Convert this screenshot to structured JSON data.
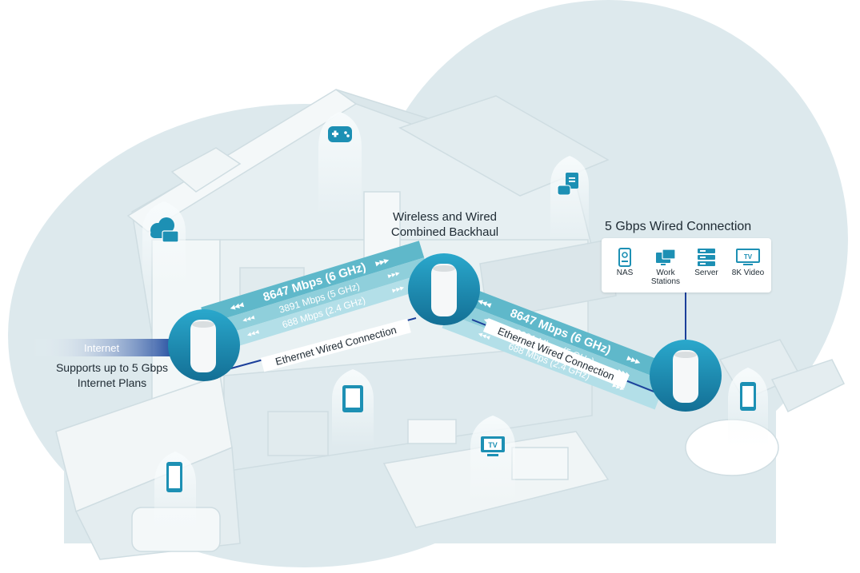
{
  "labels": {
    "backhaul": "Wireless and Wired Combined Backhaul",
    "wired_title": "5 Gbps Wired Connection",
    "internet": "Internet",
    "internet_support": "Supports up to 5 Gbps Internet Plans"
  },
  "wired_devices": [
    "NAS",
    "Work Stations",
    "Server",
    "8K Video"
  ],
  "links": {
    "left": {
      "band_6": "8647 Mbps (6 GHz)",
      "band_5": "3891 Mbps (5 GHz)",
      "band_24": "688 Mbps (2.4 GHz)",
      "ethernet": "Ethernet Wired Connection"
    },
    "right": {
      "band_6": "8647 Mbps (6 GHz)",
      "band_5": "3891 Mbps (5 GHz)",
      "band_24": "688 Mbps (2.4 GHz)",
      "ethernet": "Ethernet Wired Connection"
    }
  },
  "icons": [
    "game-controller-icon",
    "cloud-folder-icon",
    "smart-home-icon",
    "tablet-icon",
    "tv-icon",
    "phone-icon"
  ],
  "colors": {
    "band_6": "#5fb8ca",
    "band_5": "#8fcfdb",
    "band_24": "#b3dfe8",
    "hub": "#1d90b4",
    "ethernet": "#1b3f9a",
    "internet_bar": "#1e4a9e"
  }
}
